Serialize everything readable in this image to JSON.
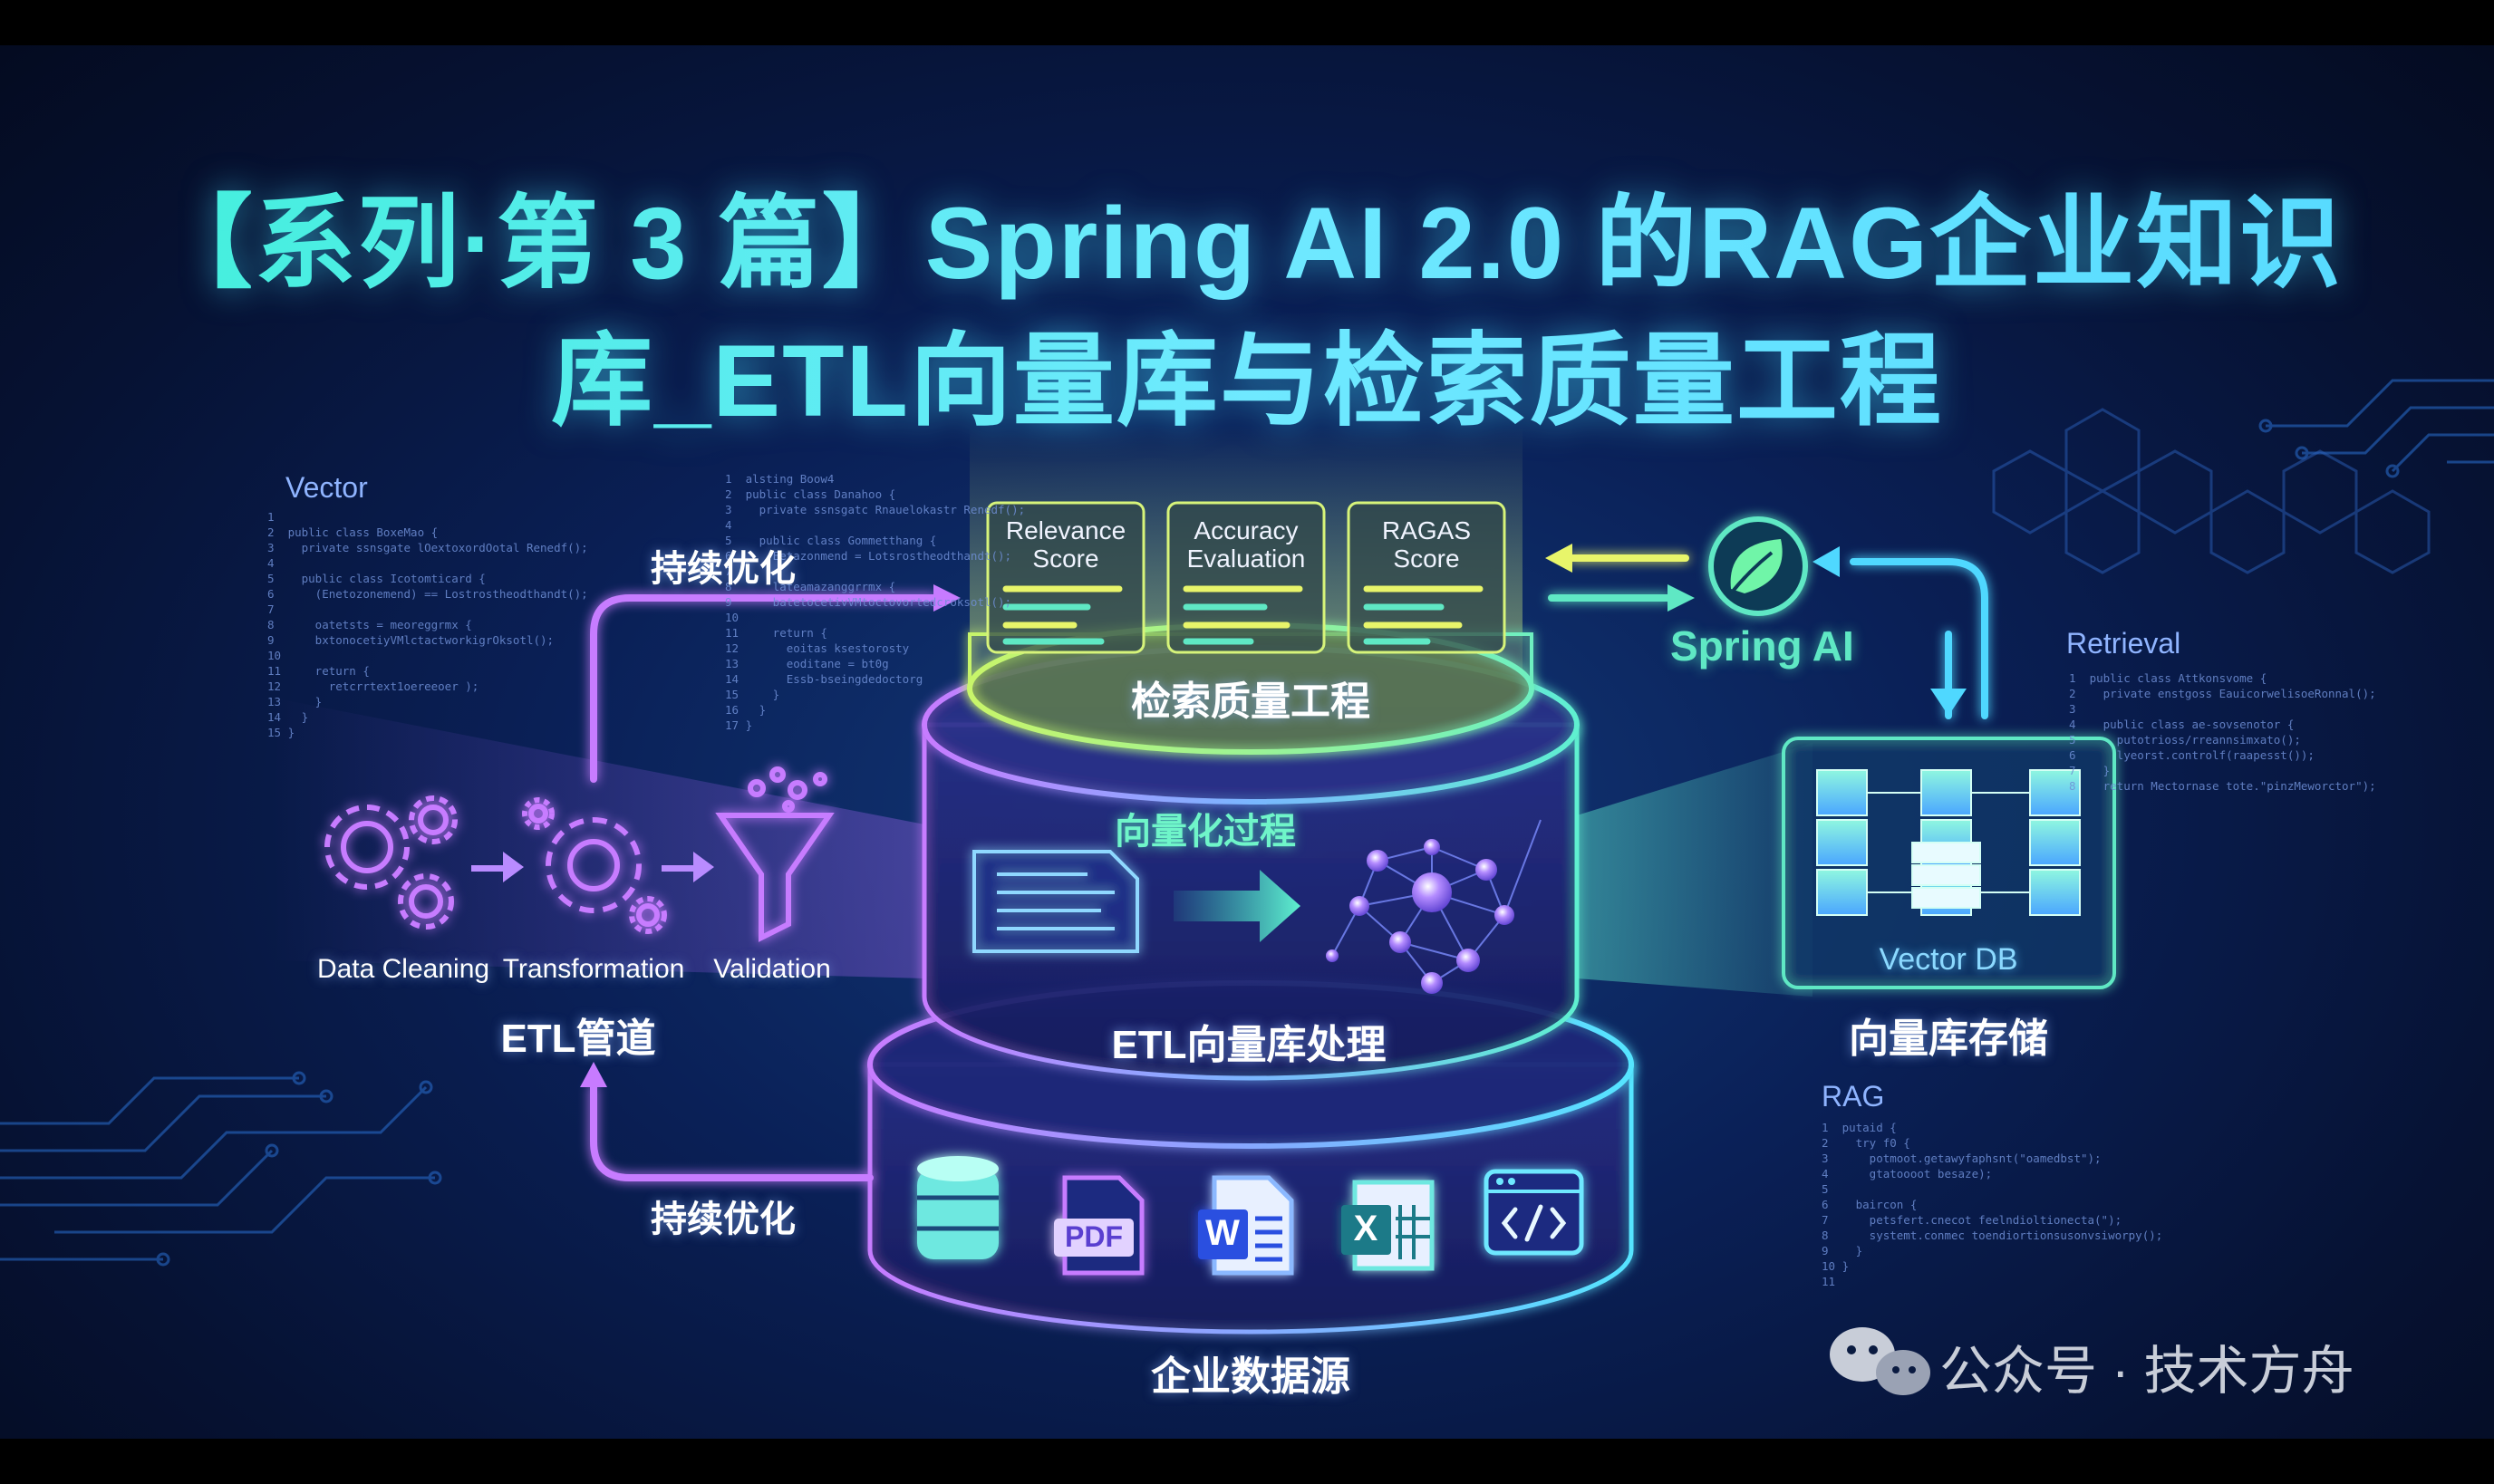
{
  "title": {
    "line1": "【系列·第 3 篇】Spring AI 2.0 的RAG企业知识",
    "line2": "库_ETL向量库与检索质量工程"
  },
  "metrics": {
    "cards": [
      {
        "line1": "Relevance",
        "line2": "Score"
      },
      {
        "line1": "Accuracy",
        "line2": "Evaluation"
      },
      {
        "line1": "RAGAS",
        "line2": "Score"
      }
    ],
    "caption": "检索质量工程"
  },
  "etl": {
    "steps": [
      "Data Cleaning",
      "Transformation",
      "Validation"
    ],
    "caption": "ETL管道"
  },
  "vectorization": {
    "label": "向量化过程",
    "caption": "ETL向量库处理"
  },
  "sources": {
    "caption": "企业数据源",
    "icons": [
      "database-icon",
      "pdf-icon",
      "word-icon",
      "excel-icon",
      "code-window-icon"
    ],
    "pdf_text": "PDF",
    "word_text": "W",
    "excel_text": "X"
  },
  "storage": {
    "box_label": "Vector DB",
    "caption": "向量库存储"
  },
  "spring": {
    "label": "Spring AI",
    "icon": "spring-leaf-icon"
  },
  "loops": {
    "top": "持续优化",
    "bottom": "持续优化"
  },
  "code_panels": {
    "vector": {
      "heading": "Vector",
      "lines": [
        "1  ",
        "2  public class BoxeMao {",
        "3    private ssnsgate lOextoxordOotal Renedf();",
        "4  ",
        "5    public class Icotomticard {",
        "6      (Enetozonemend) == Lostrostheodthandt();",
        "7  ",
        "8      oatetsts = meoreggrmx {",
        "9      bxtonocetiyVMlctactworkigrOksotl();",
        "10 ",
        "11     return {",
        "12       retcrrtext1oereeoer );",
        "13     }",
        "14   }",
        "15 }"
      ]
    },
    "middle": {
      "lines": [
        "1  alsting Boow4",
        "2  public class Danahoo {",
        "3    private ssnsgatc Rnauelokastr Renedf();",
        "4  ",
        "5    public class Gommetthang {",
        "6      Eetazonmend = Lotsrostheodthandt();",
        "7  ",
        "8      lateamazanggrrmx {",
        "9      batetocetivVMtoctovortedcroksotl();",
        "10 ",
        "11     return {",
        "12       eoitas ksestorosty",
        "13       eoditane = bt0g",
        "14       Essb-bseingdedoctorg",
        "15     }",
        "16   }",
        "17 }"
      ]
    },
    "retrieval": {
      "heading": "Retrieval",
      "lines": [
        "1  public class Attkonsvome {",
        "2    private enstgoss EauicorwelisoeRonnal();",
        "3  ",
        "4    public class ae-sovsenotor {",
        "5      putotrioss/rreannsimxato();",
        "6      lyeorst.controlf(raapesst());",
        "7    }",
        "8    return Mectornase tote.\"pinzMeworctor\");"
      ]
    },
    "rag": {
      "heading": "RAG",
      "lines": [
        "1  putaid {",
        "2    try f0 {",
        "3      potmoot.getawyfaphsnt(\"oamedbst\");",
        "4      gtatoooot besaze);",
        "5  ",
        "6    baircon {",
        "7      petsfert.cnecot feelndioltionecta(\");",
        "8      systemt.conmec toendiortionsusonvsiworpy();",
        "9    }",
        "10 }",
        "11 "
      ]
    }
  },
  "watermark": "公众号 · 技术方舟",
  "colors": {
    "background": "#0a2057",
    "title": "#4fe6e8",
    "purple": "#b774ff",
    "cyan": "#4fd8ff",
    "green": "#5fe8c4",
    "yellow": "#e8f56a"
  }
}
